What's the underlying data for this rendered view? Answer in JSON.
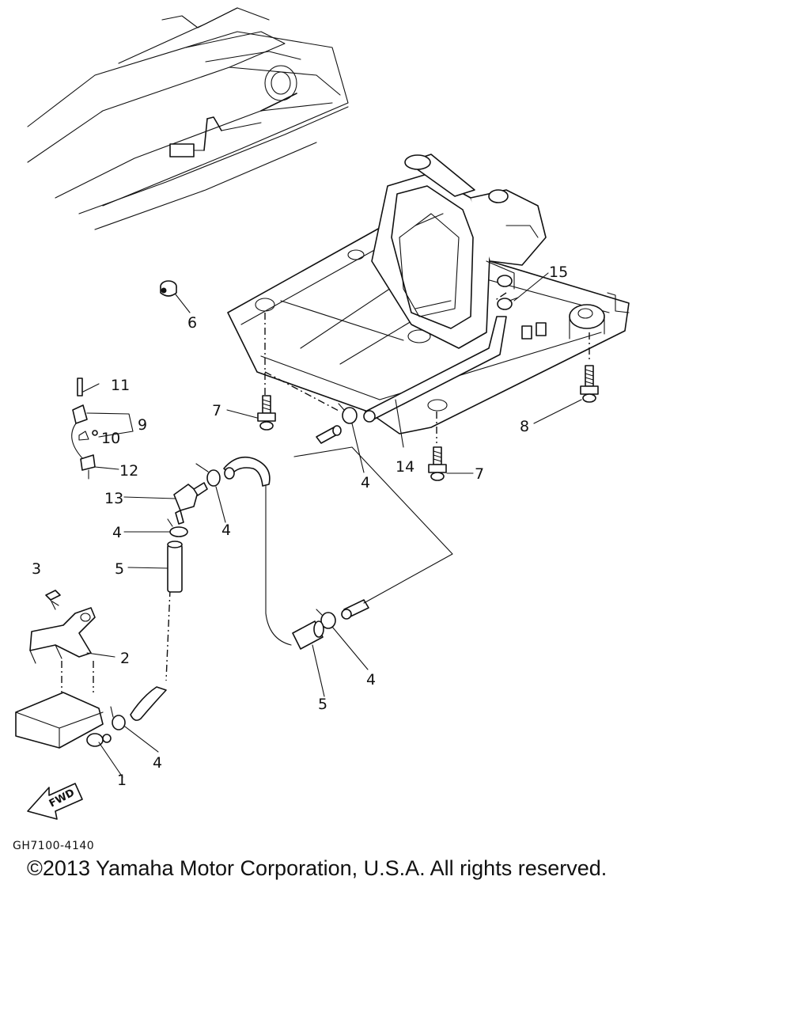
{
  "diagram": {
    "drawing_code": "GH7100-4140",
    "fwd_label": "FWD",
    "copyright": "©2013 Yamaha Motor Corporation, U.S.A. All rights reserved.",
    "callouts": {
      "c1": "1",
      "c2": "2",
      "c3": "3",
      "c4a": "4",
      "c4b": "4",
      "c4c": "4",
      "c4d": "4",
      "c4e": "4",
      "c5a": "5",
      "c5b": "5",
      "c6": "6",
      "c7a": "7",
      "c7b": "7",
      "c8": "8",
      "c9": "9",
      "c10": "10",
      "c11": "11",
      "c12": "12",
      "c13": "13",
      "c14": "14",
      "c15": "15"
    }
  }
}
